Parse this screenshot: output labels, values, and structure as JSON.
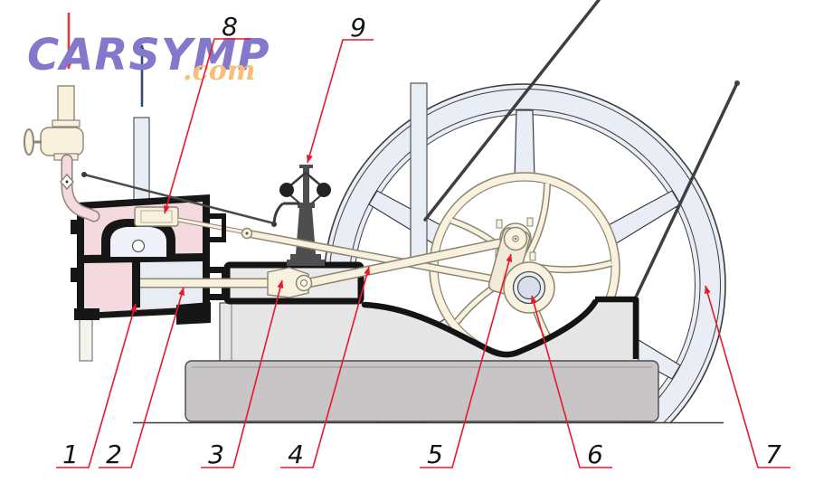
{
  "watermark": {
    "brand": "CARSYMP",
    "suffix": ".com"
  },
  "callouts": [
    {
      "label": "1"
    },
    {
      "label": "2"
    },
    {
      "label": "3"
    },
    {
      "label": "4"
    },
    {
      "label": "5"
    },
    {
      "label": "6"
    },
    {
      "label": "7"
    },
    {
      "label": "8"
    },
    {
      "label": "9"
    }
  ],
  "flow_arrows": {
    "steam_inlet_direction": "down",
    "exhaust_direction": "up"
  },
  "colors": {
    "leader_red": "#e8192c",
    "inlet_arrow_red": "#e03a45",
    "exhaust_arrow_blue": "#2f4d68",
    "logo_purple": "#8478cb",
    "logo_orange": "#f9bf78",
    "flywheel_fill": "#e9eef6",
    "machine_cream": "#f8f1de",
    "cream_outline": "#8d8573",
    "steam_pink": "#f4d9de",
    "bed_gray": "#e6e6e6",
    "base_gray": "#c7c5c5",
    "governor_dark": "#4e4e4e"
  }
}
